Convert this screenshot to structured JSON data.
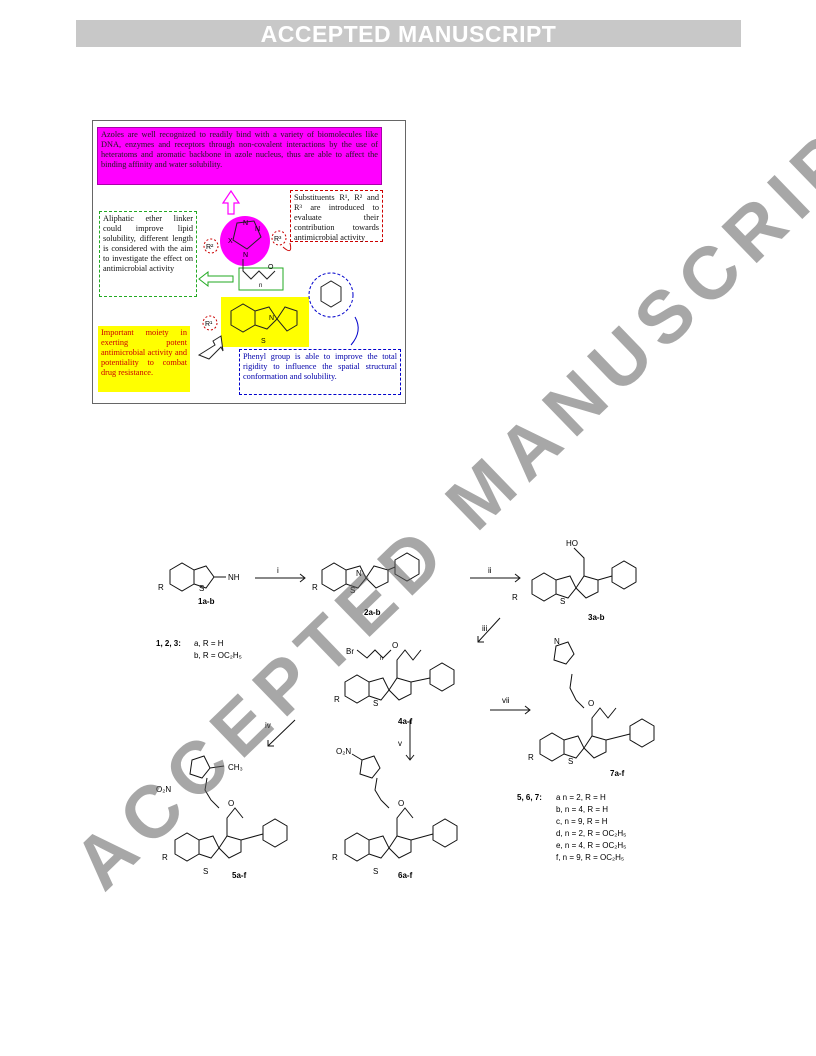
{
  "header": {
    "banner": "ACCEPTED MANUSCRIPT"
  },
  "graphical_abstract": {
    "azole_text": "Azoles are well recognized to readily bind with a variety of biomolecules like DNA, enzymes and receptors through non-covalent interactions by the use of heteratoms and aromatic backbone in azole nucleus, thus are able to affect the binding affinity and water solubility.",
    "substituents_text": "Substituents R¹, R² and R³ are introduced to evaluate their contribution towards antimicrobial activity",
    "linker_text": "Aliphatic ether linker could improve lipid solubility, different length is considered with the aim to investigate the effect on antimicrobial activity",
    "moiety_text": "Important moiety in exerting potent antimicrobial activity and potentiality to combat drug resistance.",
    "phenyl_text": "Phenyl group is able to improve the total rigidity to influence the spatial structural conformation and solubility."
  },
  "scheme": {
    "compounds": {
      "c1": "1a-b",
      "c2": "2a-b",
      "c3": "3a-b",
      "c4": "4a-f",
      "c5": "5a-f",
      "c6": "6a-f",
      "c7": "7a-f"
    },
    "reagents": {
      "i": "i",
      "ii": "ii",
      "iii": "iii",
      "iv": "iv",
      "v": "v",
      "vii": "vii"
    },
    "legend_123": {
      "head": "1, 2, 3:",
      "a": "a, R = H",
      "b": "b, R = OC₂H₅"
    },
    "legend_567": {
      "head": "5, 6, 7:",
      "a": "a  n = 2, R = H",
      "b": "b, n = 4, R = H",
      "c": "c, n = 9, R = H",
      "d": "d, n = 2, R = OC₂H₅",
      "e": "e, n = 4, R = OC₂H₅",
      "f": "f,  n = 9, R = OC₂H₅"
    },
    "labels": {
      "R": "R",
      "NH2": "NH",
      "HO": "HO",
      "Br": "Br",
      "O": "O",
      "N": "N",
      "S": "S",
      "n": "n",
      "O2N": "O₂N",
      "CH3": "CH₃",
      "R1": "R¹",
      "R2": "R²",
      "R3": "R³",
      "X": "X"
    }
  },
  "watermark": {
    "text": "ACCEPTED MANUSCRIPT"
  },
  "colors": {
    "magenta": "#ff00ff",
    "yellow": "#ffff00",
    "red": "#e00000",
    "blue": "#0000cc",
    "green": "#22aa22"
  }
}
